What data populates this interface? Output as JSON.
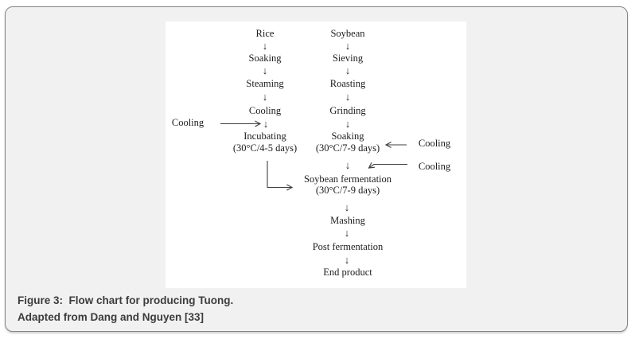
{
  "figure": {
    "caption_line1": "Figure 3:  Flow chart for producing Tuong.",
    "caption_line2": "Adapted from Dang and Nguyen [33]"
  },
  "glyphs": {
    "down_arrow": "↓"
  },
  "colors": {
    "frame_background": "#f1f1f1",
    "frame_border": "#848484",
    "chart_background": "#ffffff",
    "diagram_text": "#1c1c1c",
    "caption_text": "#3c3c3c"
  },
  "flow": {
    "rice_branch": {
      "step1": "Rice",
      "step2": "Soaking",
      "step3": "Steaming",
      "step4": "Cooling",
      "step5": "Incubating",
      "step5_detail": "(30°C/4-5 days)"
    },
    "soybean_branch": {
      "step1": "Soybean",
      "step2": "Sieving",
      "step3": "Roasting",
      "step4": "Grinding",
      "step5": "Soaking",
      "step5_detail": "(30°C/7-9 days)",
      "step6": "Soybean fermentation",
      "step6_detail": "(30°C/7-9 days)",
      "step7": "Mashing",
      "step8": "Post fermentation",
      "step9": "End product"
    },
    "inputs": {
      "cooling_left": "Cooling",
      "cooling_right_top": "Cooling",
      "cooling_right_bottom": "Cooling"
    }
  }
}
